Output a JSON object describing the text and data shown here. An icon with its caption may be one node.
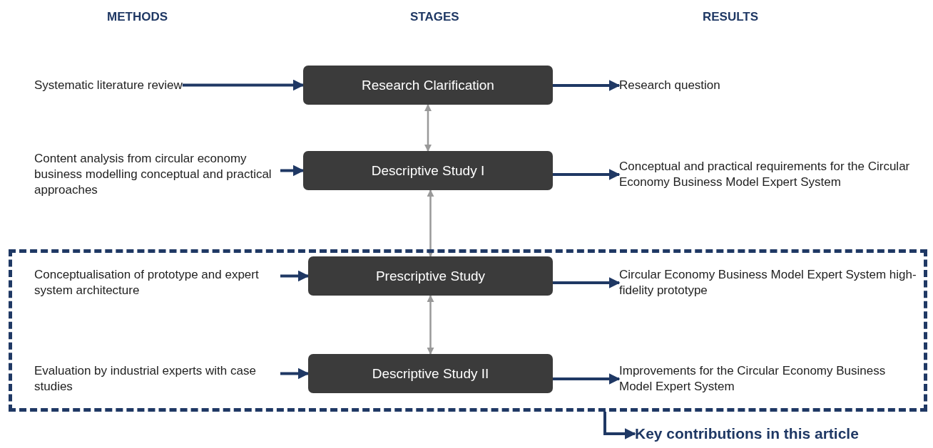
{
  "diagram": {
    "nodes": [
      {
        "text": [
          "Systematic literature review"
        ]
      },
      {
        "text": [
          "Research Clarification"
        ]
      },
      {
        "text": [
          "Research question"
        ]
      },
      {
        "text": [
          "Content analysis from circular economy business modelling conceptual and practical approaches"
        ]
      },
      {
        "text": [
          "Descriptive Study I"
        ]
      },
      {
        "text": [
          "Conceptual and practical requirements for the Circular Economy  Business Model Expert System"
        ]
      },
      {
        "text": [],
        "shape": "box"
      },
      {
        "text": [
          "Conceptualisation of prototype and expert system architecture"
        ],
        "in": 6
      },
      {
        "text": [
          "Prescriptive Study"
        ],
        "in": 6
      },
      {
        "text": [
          "Circular Economy Business Model Expert System high-fidelity prototype"
        ],
        "in": 6
      },
      {
        "text": [
          "Evaluation by industrial experts with case studies"
        ],
        "in": 6
      },
      {
        "text": [
          "Descriptive Study II"
        ],
        "in": 6
      },
      {
        "text": [
          "Improvements for the Circular Economy Business Model Expert System"
        ],
        "in": 6
      },
      {
        "text": [
          "Key contributions in this article"
        ]
      }
    ],
    "edges": [
      {
        "from": 0,
        "to": 1,
        "arrow": "to"
      },
      {
        "from": 1,
        "to": 2,
        "arrow": "to"
      },
      {
        "from": 3,
        "to": 4,
        "arrow": "to"
      },
      {
        "from": 4,
        "to": 5,
        "arrow": "to"
      },
      {
        "from": 7,
        "to": 8,
        "arrow": "to"
      },
      {
        "from": 8,
        "to": 9,
        "arrow": "to"
      },
      {
        "from": 10,
        "to": 11,
        "arrow": "to"
      },
      {
        "from": 11,
        "to": 12,
        "arrow": "to"
      },
      {
        "from": 1,
        "to": 4,
        "arrow": "both",
        "color": "#999999"
      },
      {
        "from": 4,
        "to": 8,
        "arrow": "both",
        "color": "#999999"
      },
      {
        "from": 8,
        "to": 11,
        "arrow": "both",
        "color": "#999999"
      },
      {
        "from": 6,
        "to": 13,
        "arrow": "to"
      }
    ],
    "labels": [
      "METHODS",
      "STAGES",
      "RESULTS"
    ]
  }
}
